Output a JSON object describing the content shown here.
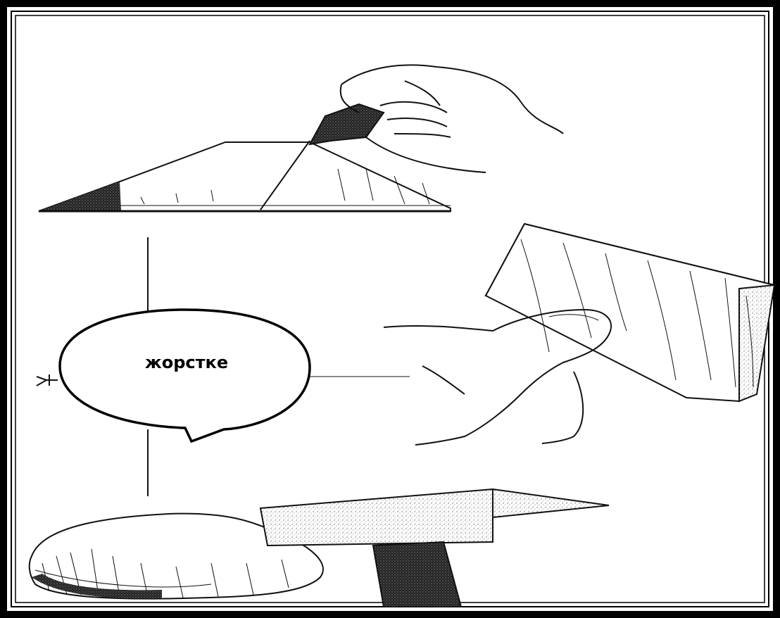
{
  "callout": {
    "label": "жорстке"
  },
  "colors": {
    "frame": "#000000",
    "ink": "#111111",
    "background": "#ffffff",
    "connector": "#888888"
  },
  "illustrations": [
    {
      "name": "hand-sanding-wedge",
      "icon": "hand-icon"
    },
    {
      "name": "hand-holding-block",
      "icon": "wood-block-icon"
    },
    {
      "name": "hammer-and-stone",
      "icon": "hammer-icon"
    }
  ]
}
